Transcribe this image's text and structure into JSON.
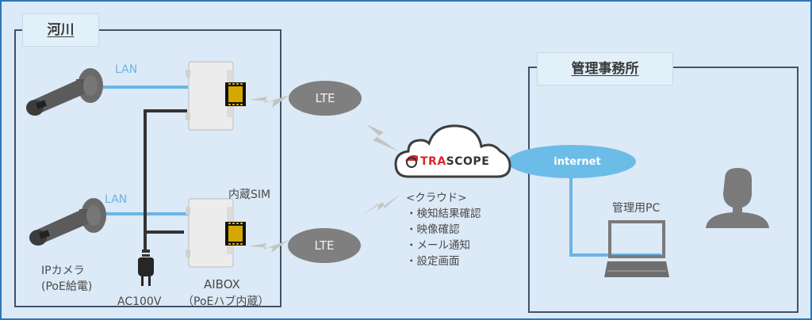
{
  "regions": {
    "river": {
      "title": "河川"
    },
    "office": {
      "title": "管理事務所"
    }
  },
  "river": {
    "lan_label_top": "LAN",
    "lan_label_bottom": "LAN",
    "sim_label": "内蔵SIM",
    "camera_label_line1": "IPカメラ",
    "camera_label_line2": "(PoE給電)",
    "power_label": "AC100V",
    "aibox_label_line1": "AIBOX",
    "aibox_label_line2": "（PoEハブ内蔵）"
  },
  "network": {
    "lte_top": "LTE",
    "lte_bottom": "LTE",
    "internet": "internet"
  },
  "cloud": {
    "logo_text_red": "TRA",
    "logo_text_dark": "SCOPE",
    "heading": "<クラウド>",
    "features": [
      "・検知結果確認",
      "・映像確認",
      "・メール通知",
      "・設定画面"
    ]
  },
  "office": {
    "pc_label": "管理用PC"
  },
  "colors": {
    "frame_border": "#2e75b6",
    "background": "#dce9f6",
    "lan_cable": "#6cb4e4",
    "internet_ellipse": "#6cbce8",
    "lte_ellipse": "#7f7f7f",
    "sim_gold": "#d4a800",
    "logo_red": "#d9262e"
  }
}
